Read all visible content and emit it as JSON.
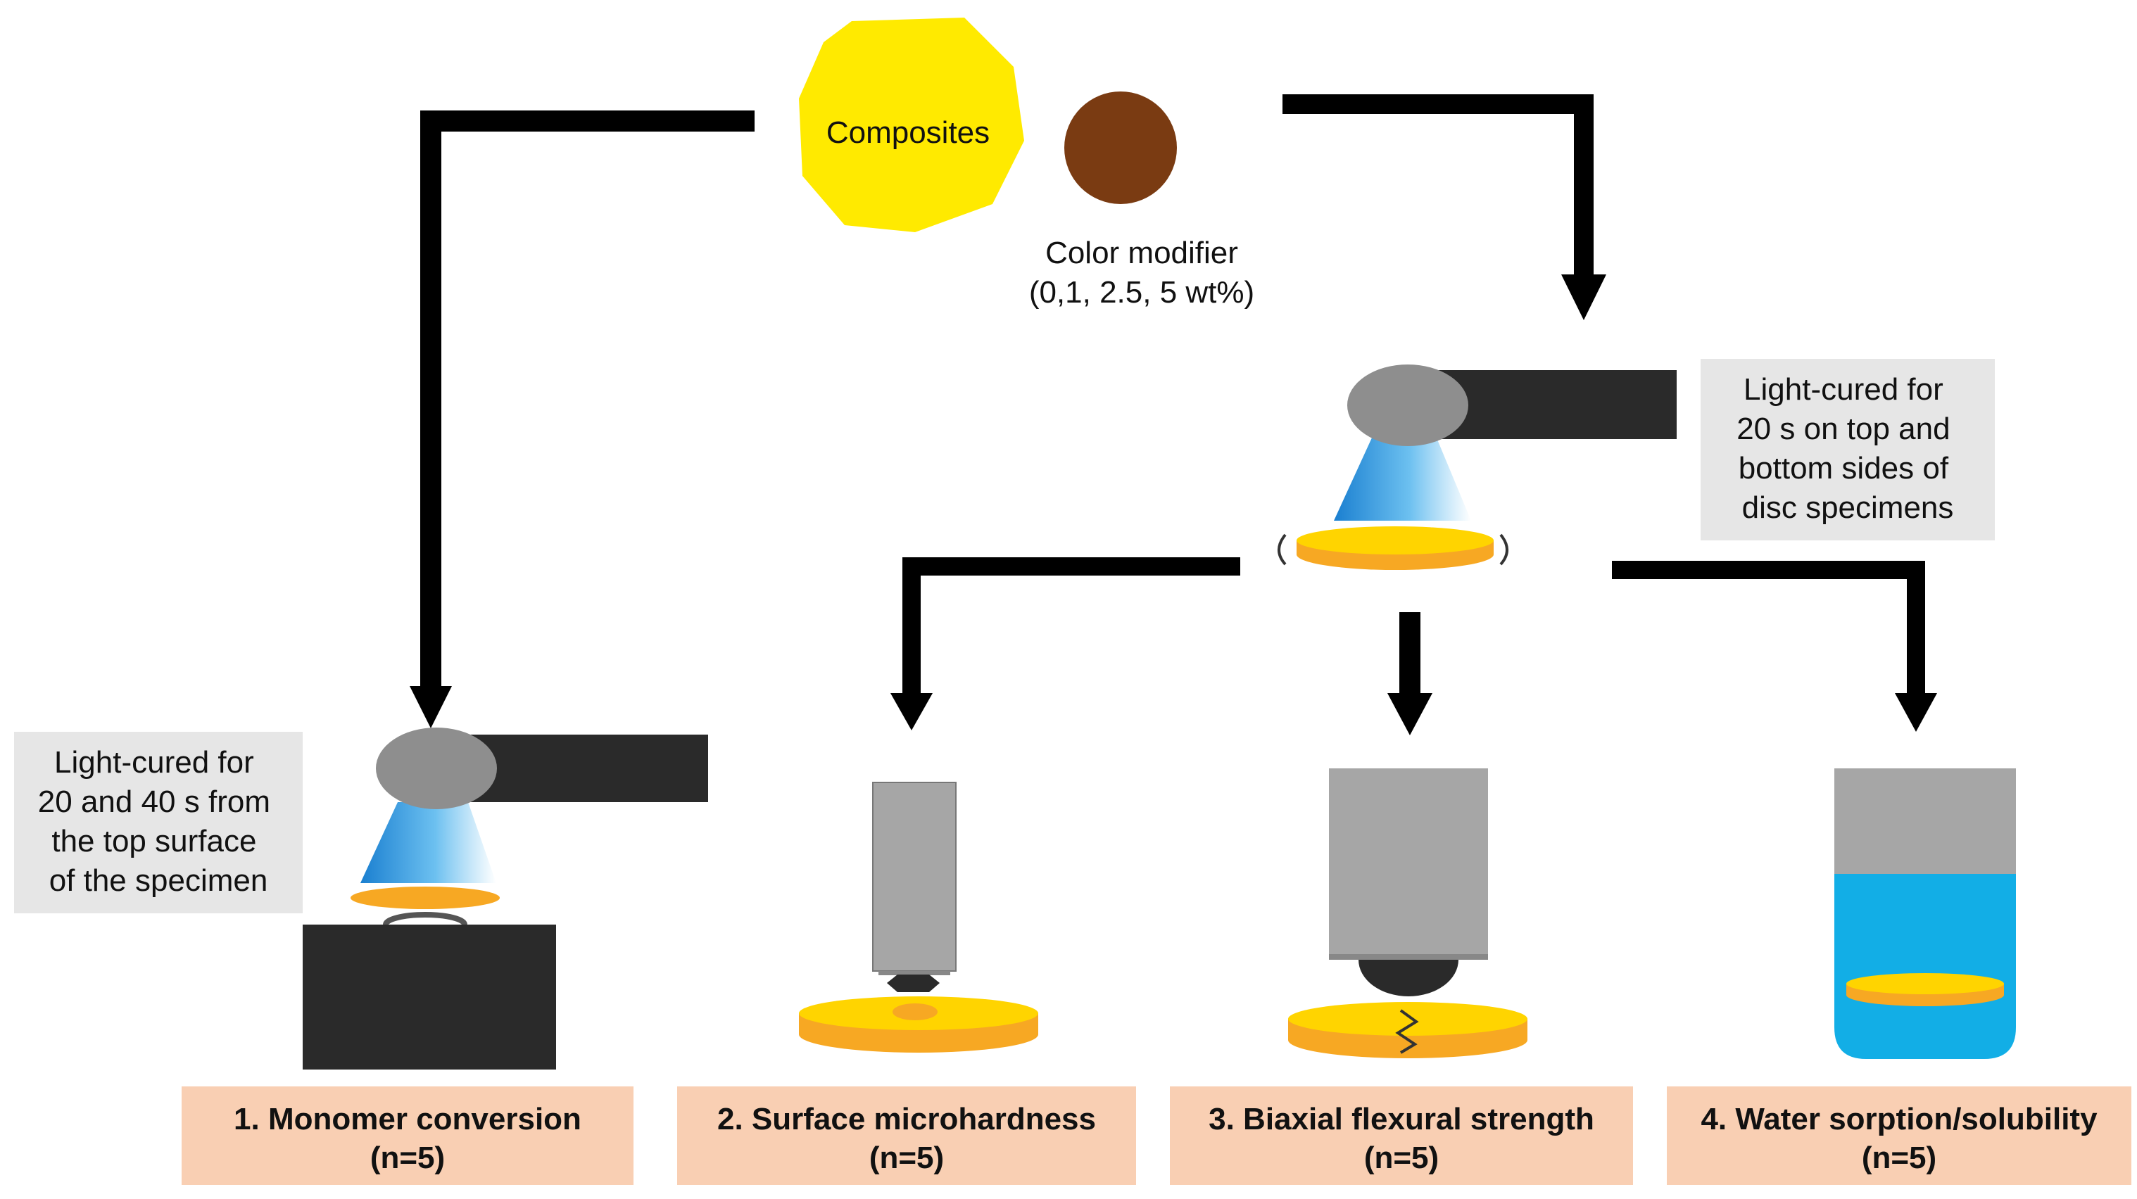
{
  "composites": {
    "label": "Composites",
    "color": "#FFEA00"
  },
  "color_modifier": {
    "label": "Color modifier",
    "detail": "(0,1, 2.5, 5 wt%)",
    "color": "#7A3B12"
  },
  "notes": {
    "disc_curing": [
      "Light-cured for",
      "20 s on top and",
      "bottom sides of",
      "disc specimens"
    ],
    "specimen_curing": [
      "Light-cured for",
      "20 and 40 s from",
      "the top surface",
      "of the specimen"
    ]
  },
  "tests": [
    {
      "title": "1.    Monomer conversion",
      "n": "(n=5)"
    },
    {
      "title": "2. Surface microhardness",
      "n": "(n=5)"
    },
    {
      "title": "3. Biaxial flexural strength",
      "n": "(n=5)"
    },
    {
      "title": "4. Water sorption/solubility",
      "n": "(n=5)"
    }
  ],
  "colors": {
    "label_box_fill": "#F9CFB3",
    "note_box_fill": "#E6E6E6",
    "disc_yellow": "#FFD400",
    "disc_orange": "#F7A823",
    "water_blue": "#12AEE6",
    "light_blue": "#2A9BE0",
    "machine_gray": "#A6A6A6",
    "dark": "#2A2A2A"
  }
}
